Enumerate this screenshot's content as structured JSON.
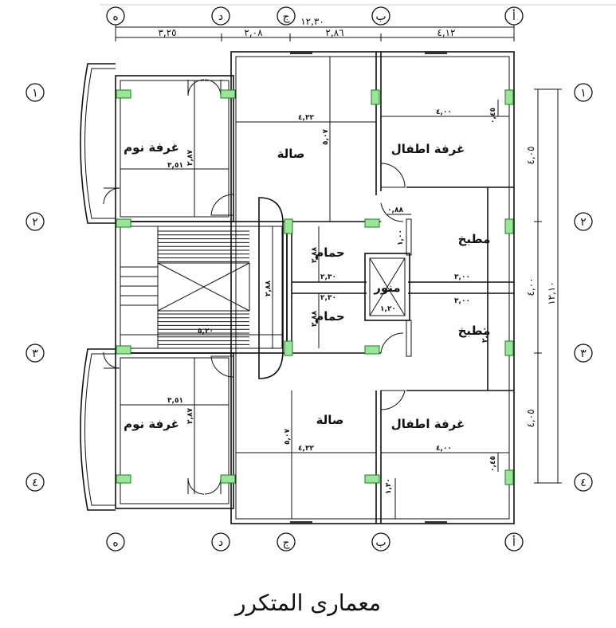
{
  "title": "معمارى المتكرر",
  "grid_cols": [
    "ه",
    "د",
    "ج",
    "ب",
    "أ"
  ],
  "grid_rows": [
    "١",
    "٢",
    "٣",
    "٤"
  ],
  "rooms": {
    "bedroom_top": "غرفة نوم",
    "bedroom_bottom": "غرفة نوم",
    "hall_top": "صالة",
    "hall_bottom": "صالة",
    "kids_top": "غرفة اطفال",
    "kids_bottom": "غرفة اطفال",
    "kitchen_top": "مطبخ",
    "kitchen_bottom": "مطبخ",
    "bath_top": "حمام",
    "bath_bottom": "حمام",
    "shaft": "منور"
  },
  "dims": {
    "total_top": "١٢,٣٠",
    "seg_1": "٣,٢٥",
    "seg_2": "٢,٠٨",
    "seg_3": "٢,٨٦",
    "seg_4": "٤,١٢",
    "right_total": "١٢,١٠",
    "right_a": "٤,٠٥",
    "right_b": "٤,٠٠",
    "right_c": "٤,٠٥",
    "bed_w_top": "٣,٥١",
    "bed_h_top": "٢,٨٧",
    "hall_w_top": "٤,٣٢",
    "hall_h_top": "٥,٠٧",
    "kids_w_top": "٤,٠٠",
    "kids_h_top": "٠,٤٥",
    "shaft_w": "٠,٨٨",
    "shaft_h": "١,٠٠",
    "stair_h": "٢,٨٨",
    "bath_h_top": "٢,٨٨",
    "bath_w_top": "٢,٣٠",
    "bath_w_bottom": "٢,٣٠",
    "bath_h_bottom": "٢,٨٨",
    "kitchen_w_top": "٣,٠٠",
    "kitchen_w_bottom": "٣,٠٠",
    "kitchen_h_bottom": "٢,٠٠",
    "shaft_small": "١,٢٠",
    "stair_w": "٥,٢٠",
    "bed_w_bottom": "٣,٥١",
    "bed_h_bottom": "٢,٨٧",
    "hall_w_bottom": "٤,٣٢",
    "hall_h_bottom": "٥,٠٧",
    "kids_w_bottom": "٤,٠٠",
    "kids_h_bottom": "٠,٤٥",
    "corner_small": "١,٢٠"
  }
}
